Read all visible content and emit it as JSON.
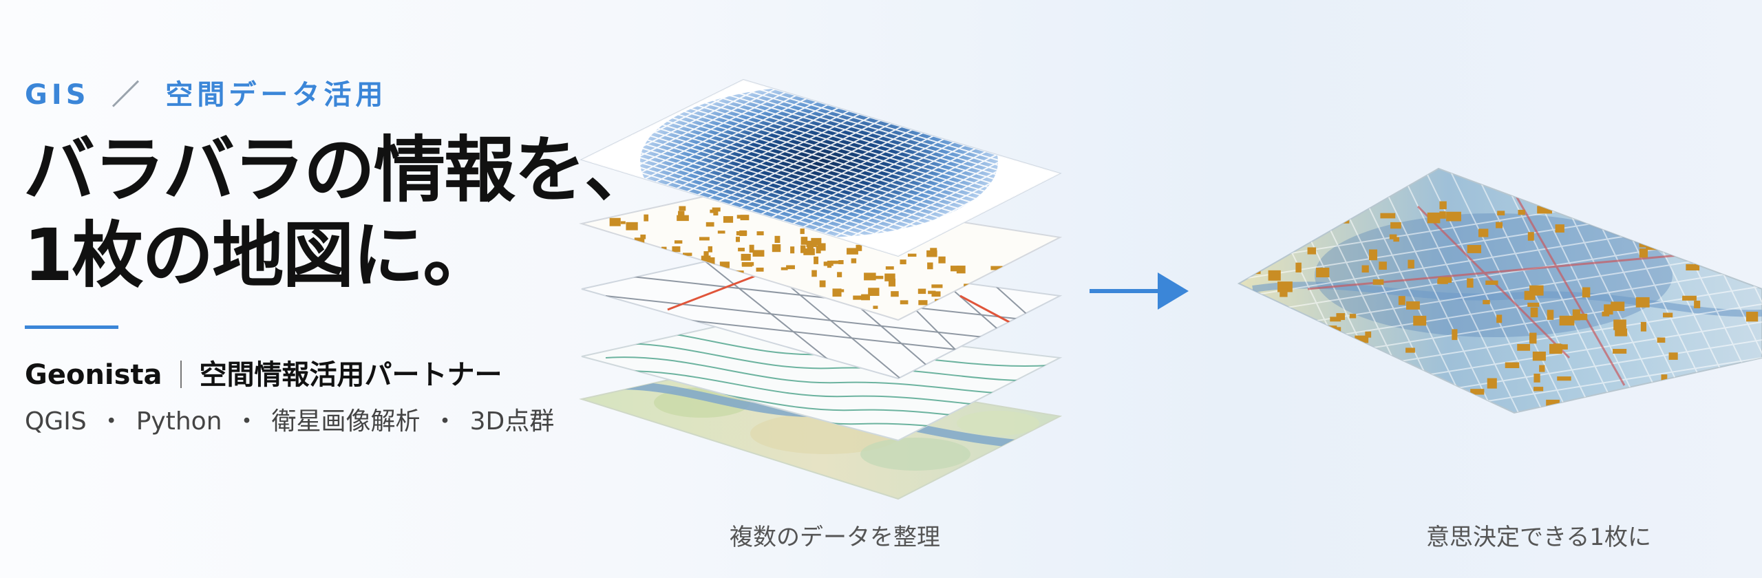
{
  "kicker": {
    "gis": "GIS",
    "slash": "／",
    "topic": "空間データ活用"
  },
  "headline": {
    "line1": "バラバラの情報を、",
    "line2": "1枚の地図に。"
  },
  "brand": {
    "name": "Geonista",
    "tagline": "空間情報活用パートナー"
  },
  "tech": {
    "items": [
      "QGIS",
      "Python",
      "衛星画像解析",
      "3D点群"
    ],
    "separator": "・"
  },
  "captions": {
    "left": "複数のデータを整理",
    "right": "意思決定できる1枚に"
  },
  "colors": {
    "accent": "#3b86d8",
    "heat_dark": "#12325f",
    "buildings": "#c98d24",
    "roads_red": "#e0553a",
    "contours": "#3d9b80",
    "river": "#7fa7c9"
  },
  "illustration": {
    "layers": [
      "heatmap-layer",
      "buildings-layer",
      "roads-layer",
      "contours-layer",
      "terrain-layer"
    ],
    "arrow": "right-arrow-icon",
    "result": "combined-map"
  }
}
